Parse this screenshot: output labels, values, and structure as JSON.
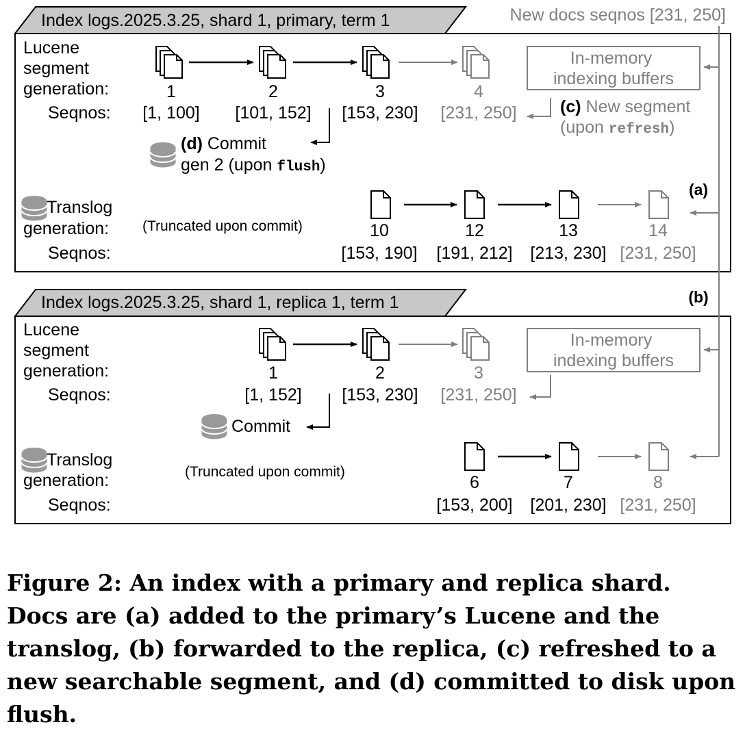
{
  "incoming": {
    "label": "New docs seqnos [231, 250]"
  },
  "primary": {
    "title": "Index logs.2025.3.25, shard 1, primary, term 1",
    "row_lucene_1": "Lucene",
    "row_lucene_2": "segment",
    "row_lucene_3": "generation:",
    "row_seqnos": "Seqnos:",
    "segments": [
      {
        "gen": "1",
        "seqnos": "[1, 100]"
      },
      {
        "gen": "2",
        "seqnos": "[101, 152]"
      },
      {
        "gen": "3",
        "seqnos": "[153, 230]"
      },
      {
        "gen": "4",
        "seqnos": "[231, 250]"
      }
    ],
    "buffers_1": "In-memory",
    "buffers_2": "indexing buffers",
    "refresh_tag": "(c)",
    "refresh_1": "New segment",
    "refresh_2a": "(upon ",
    "refresh_2b": "refresh",
    "refresh_2c": ")",
    "commit_tag": "(d)",
    "commit_1": "Commit",
    "commit_2a": "gen 2 (upon ",
    "commit_2b": "flush",
    "commit_2c": ")",
    "translog_1": "Translog",
    "translog_2": "generation:",
    "translog_seqnos": "Seqnos:",
    "truncated": "(Truncated upon commit)",
    "translogs": [
      {
        "gen": "10",
        "seqnos": "[153, 190]"
      },
      {
        "gen": "12",
        "seqnos": "[191, 212]"
      },
      {
        "gen": "13",
        "seqnos": "[213, 230]"
      },
      {
        "gen": "14",
        "seqnos": "[231, 250]"
      }
    ],
    "tag_a": "(a)"
  },
  "replica": {
    "title": "Index logs.2025.3.25, shard 1, replica 1, term 1",
    "tag_b": "(b)",
    "row_lucene_1": "Lucene",
    "row_lucene_2": "segment",
    "row_lucene_3": "generation:",
    "row_seqnos": "Seqnos:",
    "segments": [
      {
        "gen": "1",
        "seqnos": "[1, 152]"
      },
      {
        "gen": "2",
        "seqnos": "[153, 230]"
      },
      {
        "gen": "3",
        "seqnos": "[231, 250]"
      }
    ],
    "buffers_1": "In-memory",
    "buffers_2": "indexing buffers",
    "commit": "Commit",
    "translog_1": "Translog",
    "translog_2": "generation:",
    "translog_seqnos": "Seqnos:",
    "truncated": "(Truncated upon commit)",
    "translogs": [
      {
        "gen": "6",
        "seqnos": "[153, 200]"
      },
      {
        "gen": "7",
        "seqnos": "[201, 230]"
      },
      {
        "gen": "8",
        "seqnos": "[231, 250]"
      }
    ]
  },
  "caption": "Figure 2: An index with a primary and replica shard. Docs are (a) added to the primary’s Lucene and the translog, (b) forwarded to the replica, (c) refreshed to a new searchable segment, and (d) committed to disk upon flush.",
  "colors": {
    "ink": "#000000",
    "pending": "#808080",
    "tab_fill": "#c8c8c8",
    "db_fill": "#999999"
  }
}
